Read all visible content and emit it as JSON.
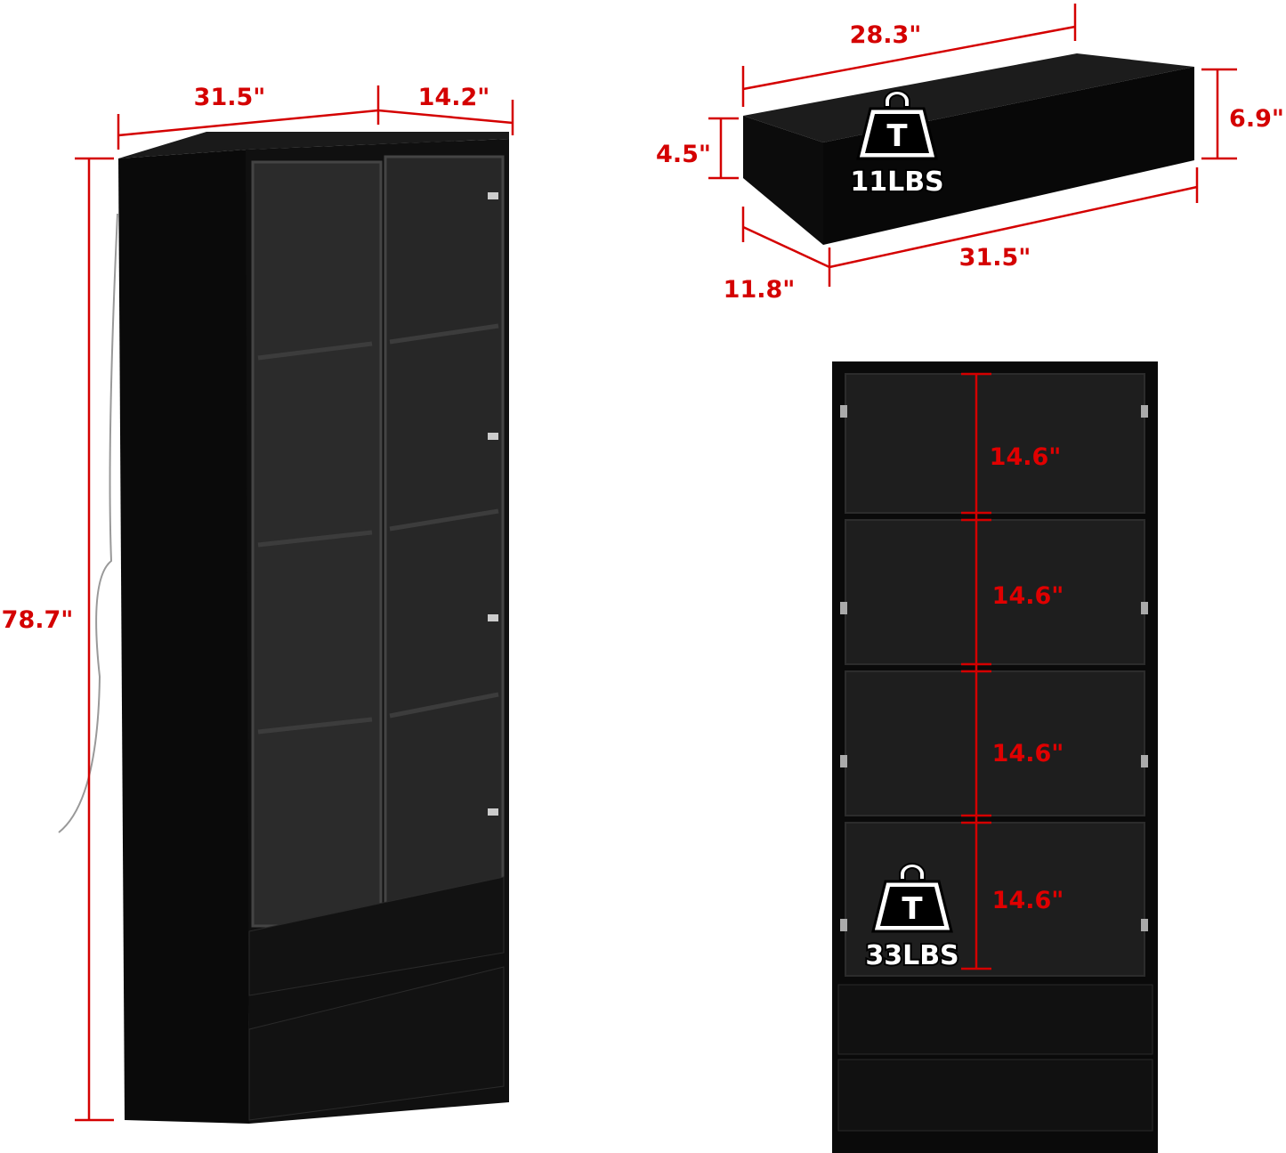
{
  "colors": {
    "dimension": "#d40000",
    "cabinet": "#0b0b0b",
    "glass": "#2a2a2a"
  },
  "tall_cabinet": {
    "width_label": "31.5\"",
    "depth_label": "14.2\"",
    "height_label": "78.7\""
  },
  "drawer": {
    "inner_length_label": "28.3\"",
    "inner_height_label": "4.5\"",
    "outer_height_label": "6.9\"",
    "outer_length_label": "31.5\"",
    "depth_label": "11.8\"",
    "weight_icon": "weight-icon",
    "weight_label": "11LBS"
  },
  "front_view": {
    "shelf_heights": [
      "14.6\"",
      "14.6\"",
      "14.6\"",
      "14.6\""
    ],
    "weight_icon": "weight-icon",
    "weight_label": "33LBS"
  }
}
